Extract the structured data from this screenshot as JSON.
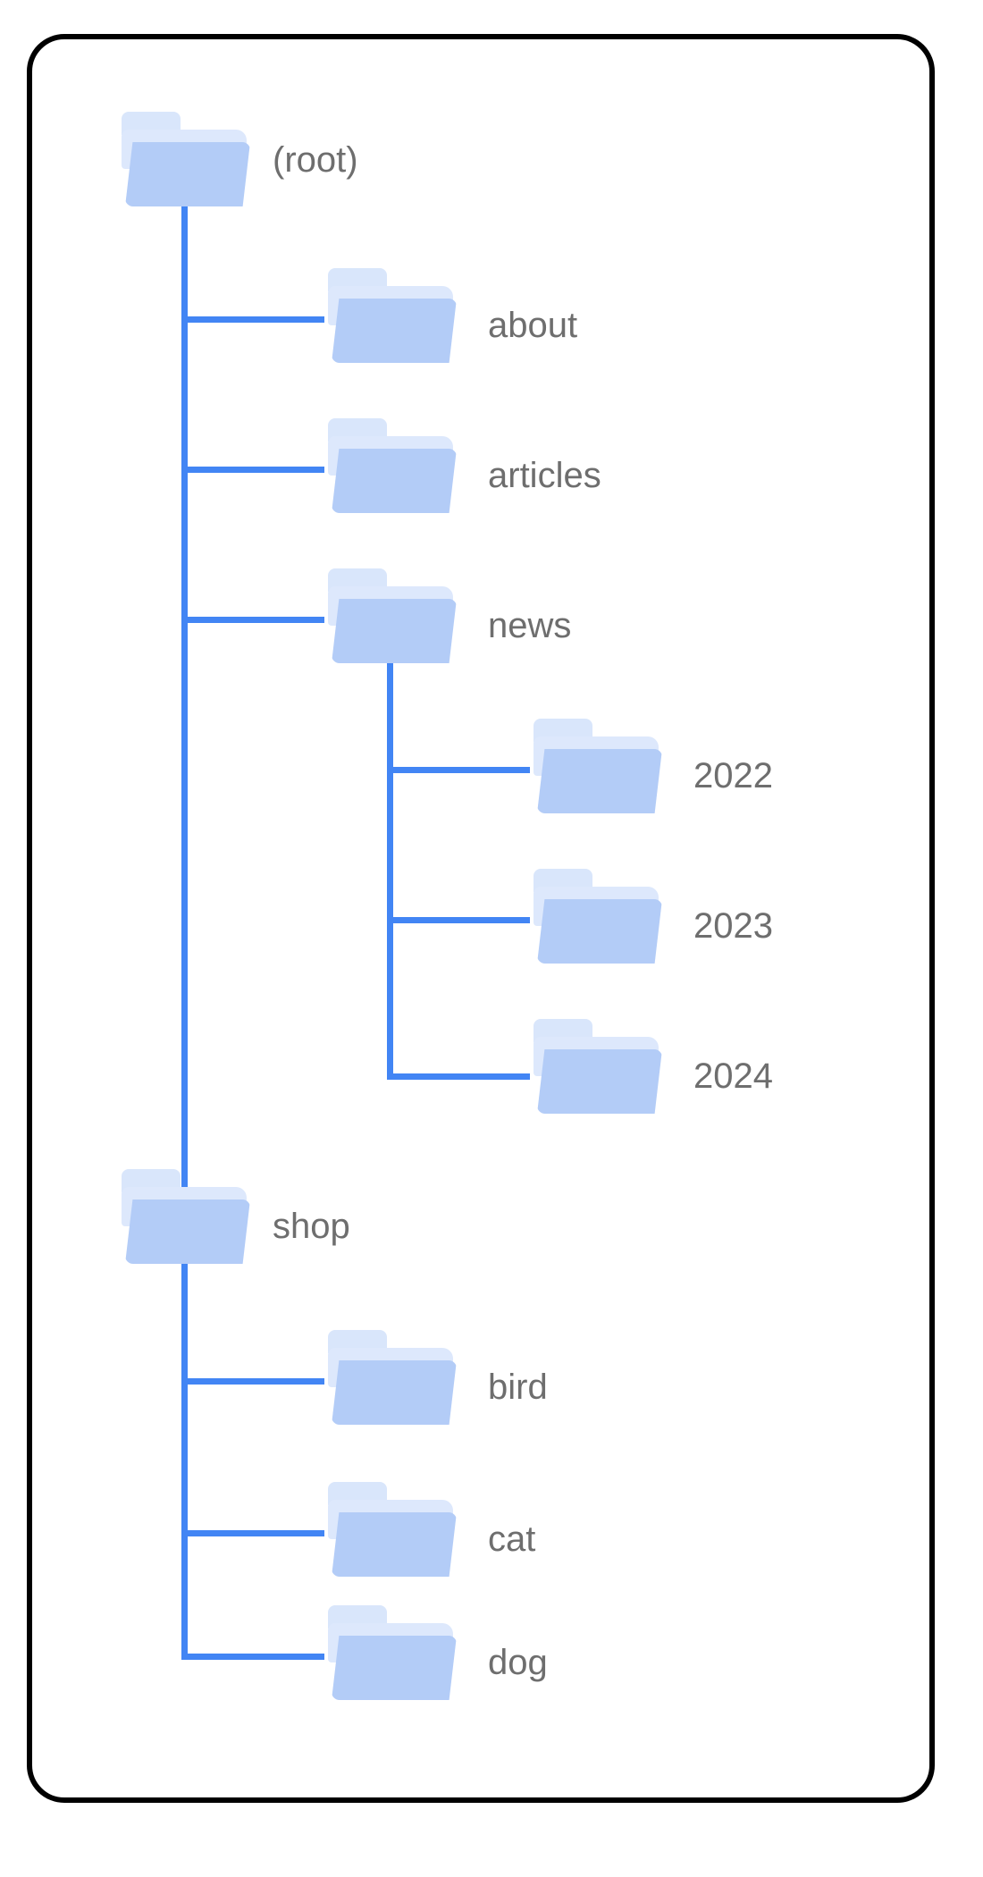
{
  "diagram": {
    "type": "folder-tree",
    "title": "",
    "colors": {
      "connector": "#4285f4",
      "folder_front": "#b3ccf7",
      "folder_back": "#dde8fc",
      "folder_tab": "#d9e6fb",
      "label_text": "#6e6e6e",
      "card_border": "#000000",
      "background": "#ffffff"
    },
    "root": {
      "label": "(root)",
      "children": [
        {
          "label": "about",
          "children": []
        },
        {
          "label": "articles",
          "children": []
        },
        {
          "label": "news",
          "children": [
            {
              "label": "2022",
              "children": []
            },
            {
              "label": "2023",
              "children": []
            },
            {
              "label": "2024",
              "children": []
            }
          ]
        },
        {
          "label": "shop",
          "children": [
            {
              "label": "bird",
              "children": []
            },
            {
              "label": "cat",
              "children": []
            },
            {
              "label": "dog",
              "children": []
            }
          ]
        }
      ]
    },
    "nodes": {
      "root": {
        "label": "(root)"
      },
      "about": {
        "label": "about"
      },
      "articles": {
        "label": "articles"
      },
      "news": {
        "label": "news"
      },
      "y2022": {
        "label": "2022"
      },
      "y2023": {
        "label": "2023"
      },
      "y2024": {
        "label": "2024"
      },
      "shop": {
        "label": "shop"
      },
      "bird": {
        "label": "bird"
      },
      "cat": {
        "label": "cat"
      },
      "dog": {
        "label": "dog"
      }
    }
  }
}
